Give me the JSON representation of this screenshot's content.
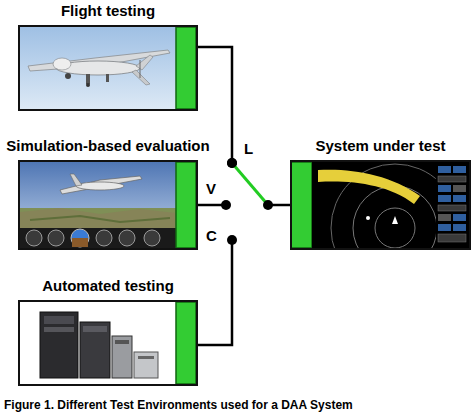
{
  "diagram": {
    "caption": "Figure 1. Different Test Environments used for a DAA System",
    "nodes": [
      {
        "text": [
          "Flight testing"
        ]
      },
      {
        "text": [
          "Simulation-based evaluation"
        ]
      },
      {
        "text": [
          "Automated testing"
        ]
      },
      {
        "text": [
          "System under test"
        ]
      }
    ],
    "edges": [
      {
        "from": 0,
        "to": 3,
        "arrow": "none"
      }
    ],
    "labels": [
      "L",
      "V",
      "C"
    ]
  }
}
